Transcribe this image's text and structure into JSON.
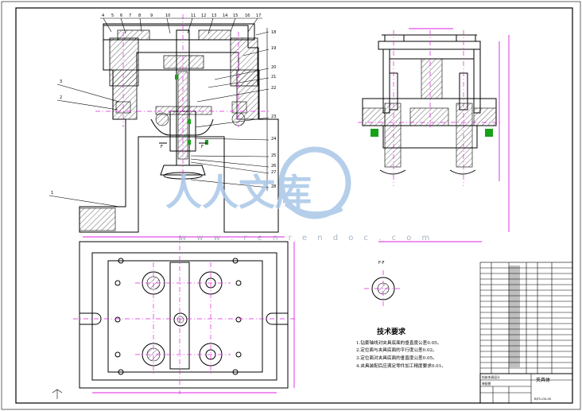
{
  "part_numbers_top": [
    "4",
    "5",
    "6",
    "7",
    "8",
    "9",
    "10",
    "11",
    "12",
    "13",
    "14",
    "15",
    "16",
    "17"
  ],
  "leaders_right": [
    "18",
    "19",
    "20",
    "21",
    "22",
    "23",
    "24",
    "25",
    "26",
    "27",
    "28"
  ],
  "leaders_left": [
    "3",
    "2",
    "1"
  ],
  "section_label": "F-F",
  "watermark": {
    "text": "人人文库",
    "url": "w w w . r e n r e n d o c . c o m"
  },
  "tech_requirements": {
    "title": "技术要求",
    "items": [
      "1.钻套轴线对夹具底面的垂直度公差0.05。",
      "2.定位面与夹具底面的平行度公差0.02。",
      "3.定位面对夹具底面的垂直度公差0.05。",
      "4.夹具装配后应满足零件加工精度要求0.01。"
    ]
  },
  "title_block": {
    "drawing_no": "BJTU-00-00",
    "drawing_name": "夹具体",
    "line1": "钻床夹具设计",
    "line2": "装配图"
  },
  "colors": {
    "centerline": "#e020e0",
    "hatch": "#000000",
    "datum": "#18a018",
    "watermark": "#a9c7e8"
  }
}
